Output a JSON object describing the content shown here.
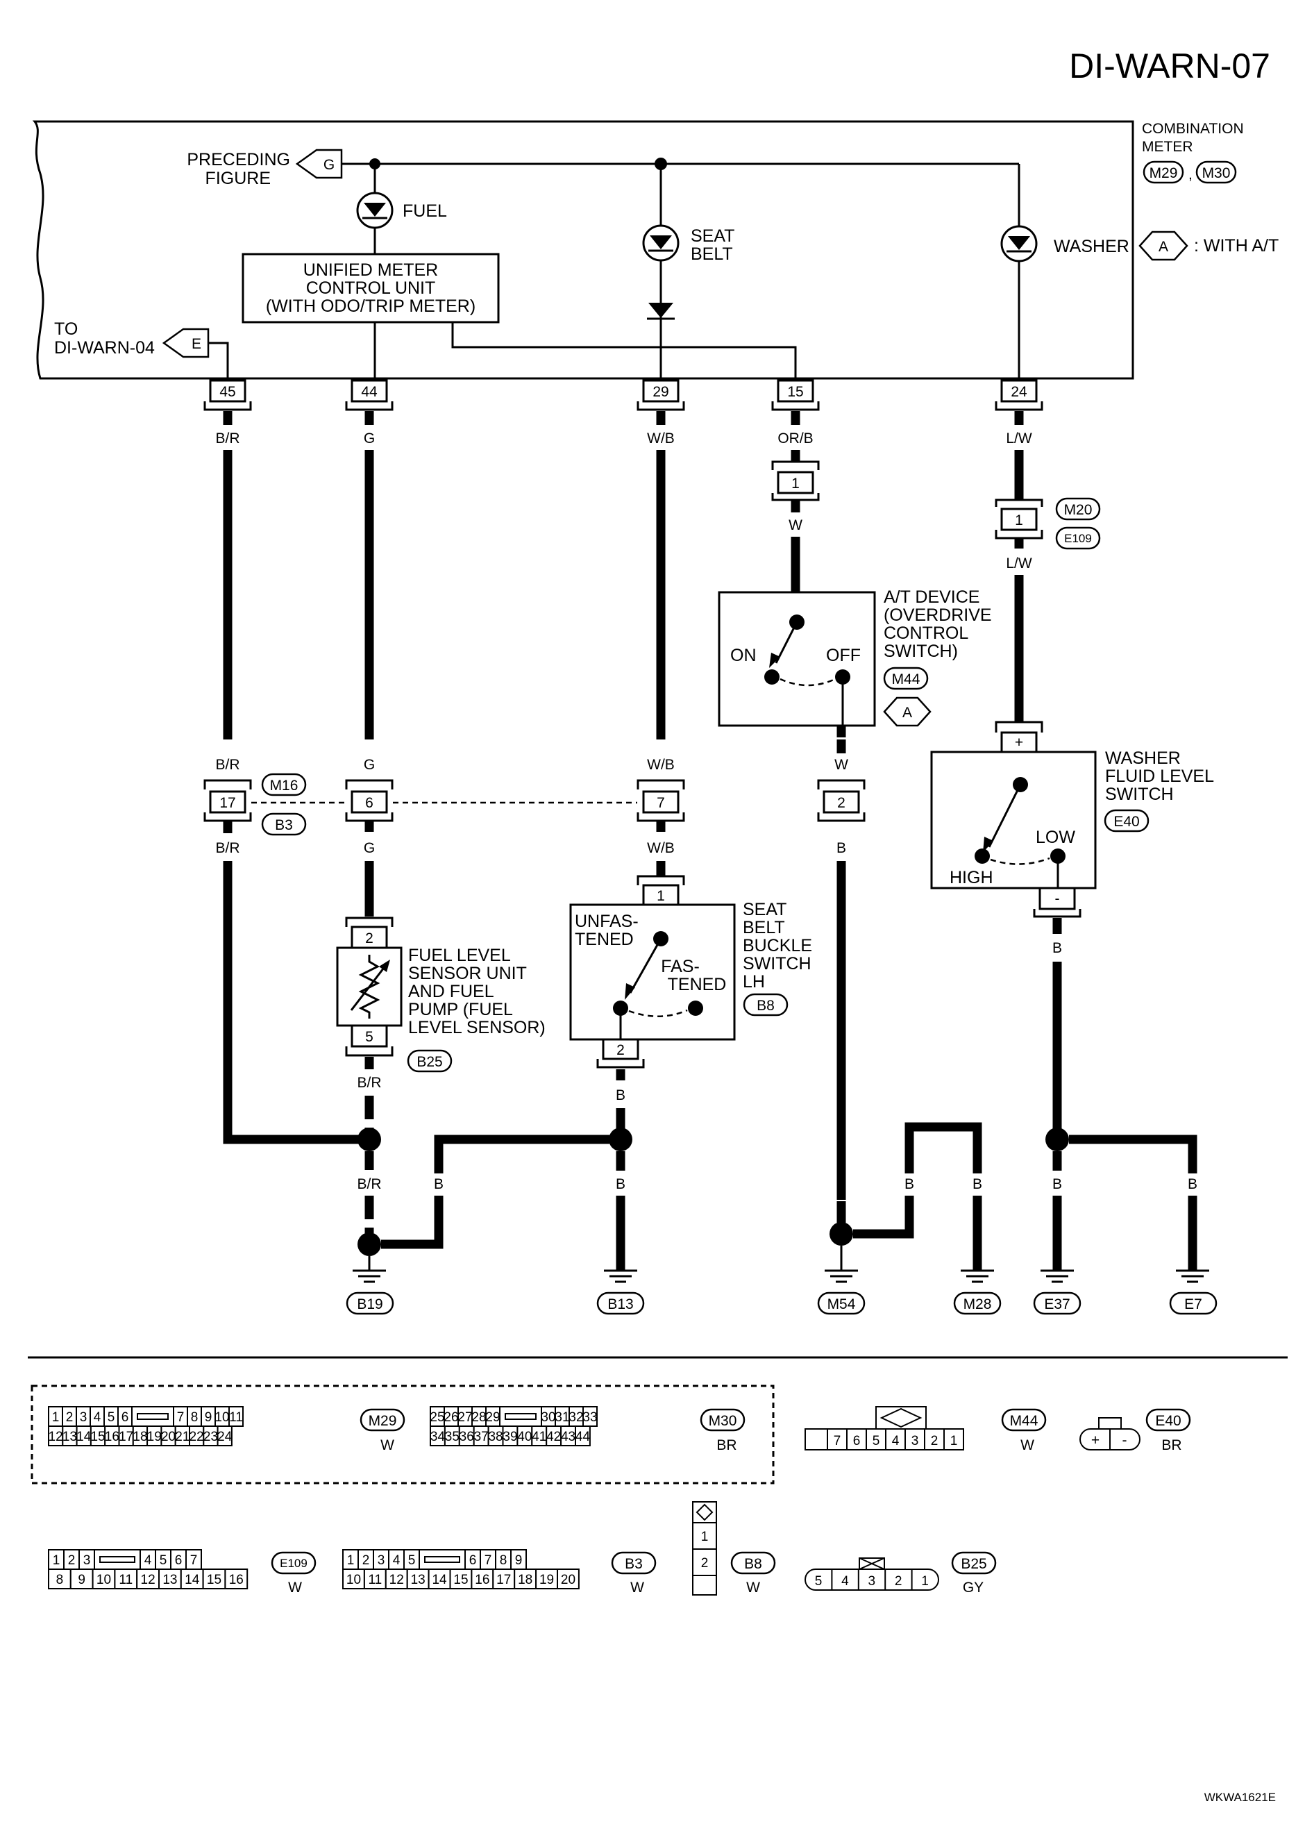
{
  "page": {
    "title": "DI-WARN-07",
    "footer_code": "WKWA1621E"
  },
  "meter": {
    "label_line1": "COMBINATION",
    "label_line2": "METER",
    "conn1": "M29",
    "sep": ",",
    "conn2": "M30",
    "preceding_line1": "PRECEDING",
    "preceding_line2": "FIGURE",
    "preceding_flag": "G",
    "to_line1": "TO",
    "to_line2": "DI-WARN-04",
    "to_flag": "E",
    "fuel_label": "FUEL",
    "seat_line1": "SEAT",
    "seat_line2": "BELT",
    "washer_label": "WASHER",
    "with_at_flag": "A",
    "with_at_text": ": WITH A/T",
    "umcu_line1": "UNIFIED METER",
    "umcu_line2": "CONTROL UNIT",
    "umcu_line3": "(WITH ODO/TRIP METER)"
  },
  "terminals": {
    "t45": "45",
    "t44": "44",
    "t29": "29",
    "t15": "15",
    "t24": "24"
  },
  "wires": {
    "br": "B/R",
    "g": "G",
    "wb": "W/B",
    "orb": "OR/B",
    "lw": "L/W",
    "w": "W",
    "b": "B"
  },
  "pins": {
    "p1": "1",
    "p2": "2",
    "p5": "5",
    "p6": "6",
    "p7": "7",
    "p17": "17",
    "plus": "+",
    "minus": "-"
  },
  "connectors": {
    "m20": "M20",
    "e109": "E109",
    "m16": "M16",
    "b3": "B3",
    "m44": "M44",
    "e40": "E40",
    "b8": "B8",
    "b25": "B25"
  },
  "at_device": {
    "line1": "A/T DEVICE",
    "line2": "(OVERDRIVE",
    "line3": "CONTROL",
    "line4": "SWITCH)",
    "on": "ON",
    "off": "OFF",
    "flag": "A"
  },
  "washer_switch": {
    "line1": "WASHER",
    "line2": "FLUID LEVEL",
    "line3": "SWITCH",
    "low": "LOW",
    "high": "HIGH"
  },
  "fuel_sensor": {
    "line1": "FUEL LEVEL",
    "line2": "SENSOR UNIT",
    "line3": "AND FUEL",
    "line4": "PUMP (FUEL",
    "line5": "LEVEL SENSOR)"
  },
  "seat_switch": {
    "line1": "SEAT",
    "line2": "BELT",
    "line3": "BUCKLE",
    "line4": "SWITCH",
    "line5": "LH",
    "unfas1": "UNFAS-",
    "unfas2": "TENED",
    "fas1": "FAS-",
    "fas2": "TENED"
  },
  "grounds": [
    "B19",
    "B13",
    "M54",
    "M28",
    "E37",
    "E7"
  ],
  "legend": {
    "m29": {
      "name": "M29",
      "color": "W",
      "row1": [
        "1",
        "2",
        "3",
        "4",
        "5",
        "6",
        "7",
        "8",
        "9",
        "10",
        "11"
      ],
      "row2": [
        "12",
        "13",
        "14",
        "15",
        "16",
        "17",
        "18",
        "19",
        "20",
        "21",
        "22",
        "23",
        "24"
      ]
    },
    "m30": {
      "name": "M30",
      "color": "BR",
      "row1": [
        "25",
        "26",
        "27",
        "28",
        "29",
        "30",
        "31",
        "32",
        "33"
      ],
      "row2": [
        "34",
        "35",
        "36",
        "37",
        "38",
        "39",
        "40",
        "41",
        "42",
        "43",
        "44"
      ]
    },
    "m44": {
      "name": "M44",
      "color": "W",
      "row": [
        "7",
        "6",
        "5",
        "4",
        "3",
        "2",
        "1"
      ]
    },
    "e40": {
      "name": "E40",
      "color": "BR",
      "row": [
        "+",
        "-"
      ]
    },
    "e109": {
      "name": "E109",
      "color": "W",
      "row1": [
        "1",
        "2",
        "3",
        "4",
        "5",
        "6",
        "7"
      ],
      "row2": [
        "8",
        "9",
        "10",
        "11",
        "12",
        "13",
        "14",
        "15",
        "16"
      ]
    },
    "b3": {
      "name": "B3",
      "color": "W",
      "row1": [
        "1",
        "2",
        "3",
        "4",
        "5",
        "6",
        "7",
        "8",
        "9"
      ],
      "row2": [
        "10",
        "11",
        "12",
        "13",
        "14",
        "15",
        "16",
        "17",
        "18",
        "19",
        "20"
      ]
    },
    "b8": {
      "name": "B8",
      "color": "W",
      "row": [
        "1",
        "2"
      ]
    },
    "b25": {
      "name": "B25",
      "color": "GY",
      "row": [
        "5",
        "4",
        "3",
        "2",
        "1"
      ]
    }
  }
}
